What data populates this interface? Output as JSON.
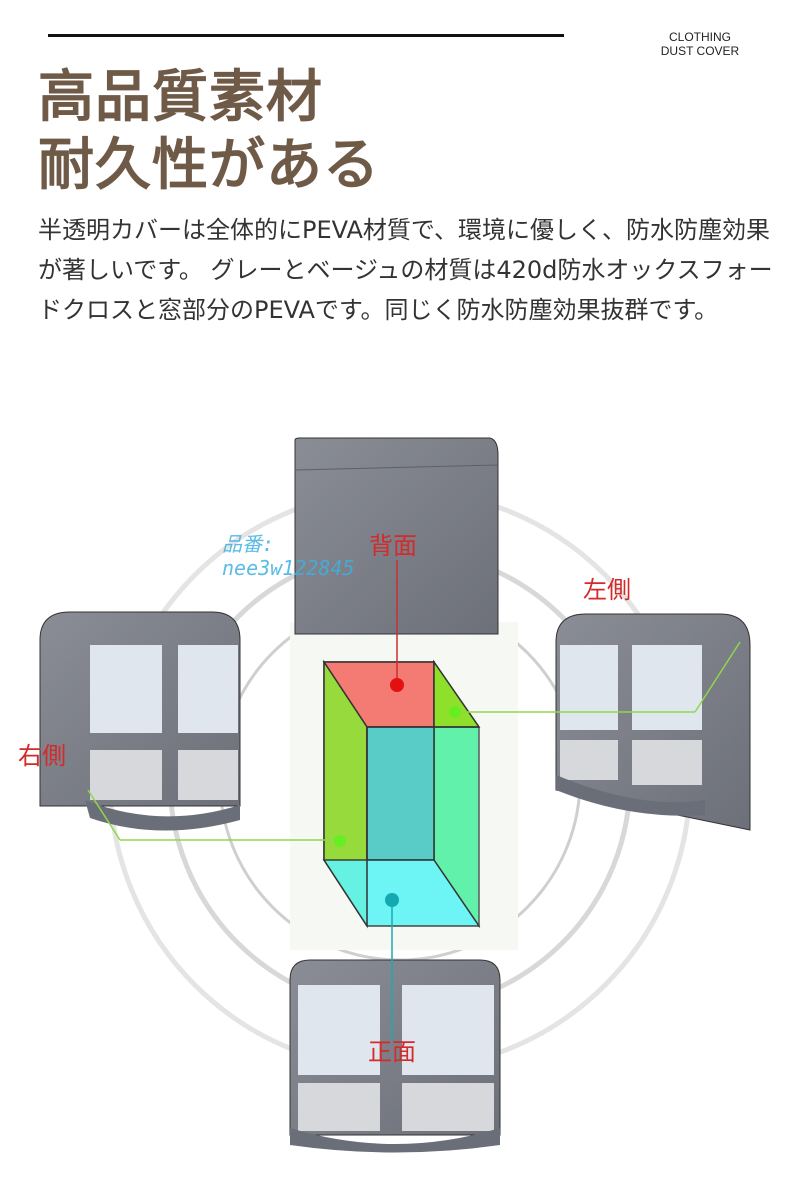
{
  "header": {
    "brand_line1": "CLOTHING",
    "brand_line2": "DUST COVER"
  },
  "title": {
    "line1": "高品質素材",
    "line2": "耐久性がある"
  },
  "description": "半透明カバーは全体的にPEVA材質で、環境に優しく、防水防塵効果が著しいです。 グレーとベージュの材質は420d防水オックスフォードクロスと窓部分のPEVAです。同じく防水防塵効果抜群です。",
  "diagram": {
    "labels": {
      "back": "背面",
      "left": "左側",
      "right": "右側",
      "front": "正面"
    },
    "sku_label": "品番:",
    "sku_value": "nee3w122845",
    "colors": {
      "back": "#f47a74",
      "side": "#8ee02a",
      "front": "#4ee8d6",
      "bottom": "#5ef5f5"
    }
  }
}
